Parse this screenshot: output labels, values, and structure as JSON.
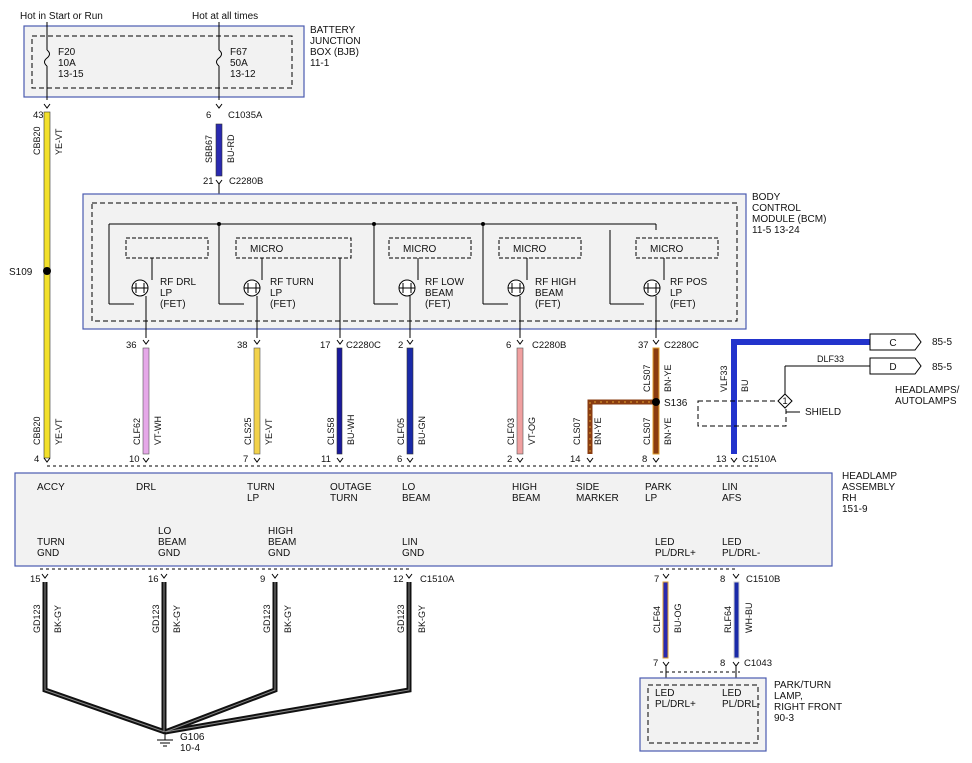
{
  "top_labels": {
    "hot_start_run": "Hot in Start or Run",
    "hot_all_times": "Hot at all times"
  },
  "bjb": {
    "title_lines": [
      "BATTERY",
      "JUNCTION",
      "BOX (BJB)",
      "11-1"
    ],
    "fuse1": [
      "F20",
      "10A",
      "13-15"
    ],
    "fuse2": [
      "F67",
      "50A",
      "13-12"
    ]
  },
  "bcm": {
    "title_lines": [
      "BODY",
      "CONTROL",
      "MODULE (BCM)",
      "11-5     13-24"
    ],
    "micro": "MICRO",
    "fets": [
      [
        "RF DRL",
        "LP",
        "(FET)"
      ],
      [
        "RF TURN",
        "LP",
        "(FET)"
      ],
      [
        "RF LOW",
        "BEAM",
        "(FET)"
      ],
      [
        "RF HIGH",
        "BEAM",
        "(FET)"
      ],
      [
        "RF POS",
        "LP",
        "(FET)"
      ]
    ]
  },
  "connectors": {
    "c1035a": "C1035A",
    "c2280b_a": "C2280B",
    "c2280c_a": "C2280C",
    "c2280b_b": "C2280B",
    "c2280c_b": "C2280C",
    "c1510a_a": "C1510A",
    "c1510a_b": "C1510A",
    "c1510b": "C1510B",
    "c1043": "C1043",
    "s109": "S109",
    "s136": "S136",
    "g106": [
      "G106",
      "10-4"
    ]
  },
  "pins": {
    "p43": "43",
    "p6": "6",
    "p21": "21",
    "p36": "36",
    "p38": "38",
    "p17": "17",
    "p2": "2",
    "p6b": "6",
    "p37": "37",
    "p4": "4",
    "p10": "10",
    "p7": "7",
    "p11": "11",
    "p6c": "6",
    "p2b": "2",
    "p14": "14",
    "p8": "8",
    "p13": "13",
    "p15": "15",
    "p16": "16",
    "p9": "9",
    "p12": "12",
    "p7b": "7",
    "p8b": "8",
    "p7c": "7",
    "p8c": "8"
  },
  "wires": {
    "cbb20_a": [
      "CBB20",
      "YE-VT"
    ],
    "sbb67": [
      "SBB67",
      "BU-RD"
    ],
    "cbb20_b": [
      "CBB20",
      "YE-VT"
    ],
    "clf62": [
      "CLF62",
      "VT-WH"
    ],
    "cls25": [
      "CLS25",
      "YE-VT"
    ],
    "cls58": [
      "CLS58",
      "BU-WH"
    ],
    "clf05": [
      "CLF05",
      "BU-GN"
    ],
    "clf03": [
      "CLF03",
      "VT-OG"
    ],
    "cls07_a": [
      "CLS07",
      "BN-YE"
    ],
    "cls07_b": [
      "CLS07",
      "BN-YE"
    ],
    "cls07_c": [
      "CLS07",
      "BN-YE"
    ],
    "vlf33": [
      "VLF33",
      "BU"
    ],
    "dlf33": "DLF33",
    "gd123": [
      "GD123",
      "BK-GY"
    ],
    "clf64": [
      "CLF64",
      "BU-OG"
    ],
    "rlf64": [
      "RLF64",
      "WH-BU"
    ]
  },
  "right_refs": {
    "c_letter": "C",
    "d_letter": "D",
    "c_ref": "85-5",
    "d_ref": "85-5",
    "headlamps": [
      "HEADLAMPS/",
      "AUTOLAMPS"
    ],
    "shield": "SHIELD",
    "shield_num": "1"
  },
  "headlamp": {
    "title_lines": [
      "HEADLAMP",
      "ASSEMBLY",
      "RH",
      "151-9"
    ],
    "top_labels": [
      [
        "ACCY"
      ],
      [
        "DRL"
      ],
      [
        "TURN",
        "LP"
      ],
      [
        "OUTAGE",
        "TURN"
      ],
      [
        "LO",
        "BEAM"
      ],
      [
        "HIGH",
        "BEAM"
      ],
      [
        "SIDE",
        "MARKER"
      ],
      [
        "PARK",
        "LP"
      ],
      [
        "LIN",
        "AFS"
      ]
    ],
    "bottom_labels": [
      [
        "TURN",
        "GND"
      ],
      [
        "LO",
        "BEAM",
        "GND"
      ],
      [
        "HIGH",
        "BEAM",
        "GND"
      ],
      [
        "LIN",
        "GND"
      ],
      [
        "LED",
        "PL/DRL+"
      ],
      [
        "LED",
        "PL/DRL-"
      ]
    ]
  },
  "park_lamp": {
    "title_lines": [
      "PARK/TURN",
      "LAMP,",
      "RIGHT FRONT",
      "90-3"
    ],
    "labels": [
      [
        "LED",
        "PL/DRL+"
      ],
      [
        "LED",
        "PL/DRL-"
      ]
    ]
  },
  "colors": {
    "yellow": "#f2e02a",
    "blue_dark": "#1a1a9c",
    "blue": "#2233cc",
    "violet": "#d080d8",
    "pink": "#f0a0a0",
    "brown": "#8a3c10",
    "black": "#111111",
    "box_border": "#4a5bb0"
  }
}
